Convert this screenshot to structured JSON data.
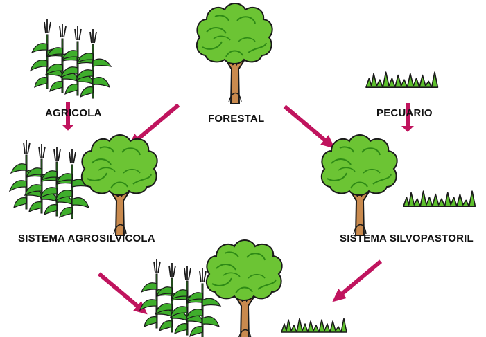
{
  "labels": {
    "agricola": "AGRICOLA",
    "forestal": "FORESTAL",
    "pecuario": "PECUARIO",
    "agrosilvicola": "SISTEMA AGROSILVÍCOLA",
    "silvopastoril": "SISTEMA SILVOPASTORIL"
  },
  "colors": {
    "arrow": "#C0145E",
    "foliage": "#6CC434",
    "foliage_shade": "#2E8A16",
    "trunk": "#C98A4E",
    "grass": "#5DC02C",
    "corn": "#3FAE2C"
  },
  "icons": [
    "tree-icon",
    "corn-icon",
    "grass-icon",
    "arrow-icon"
  ]
}
